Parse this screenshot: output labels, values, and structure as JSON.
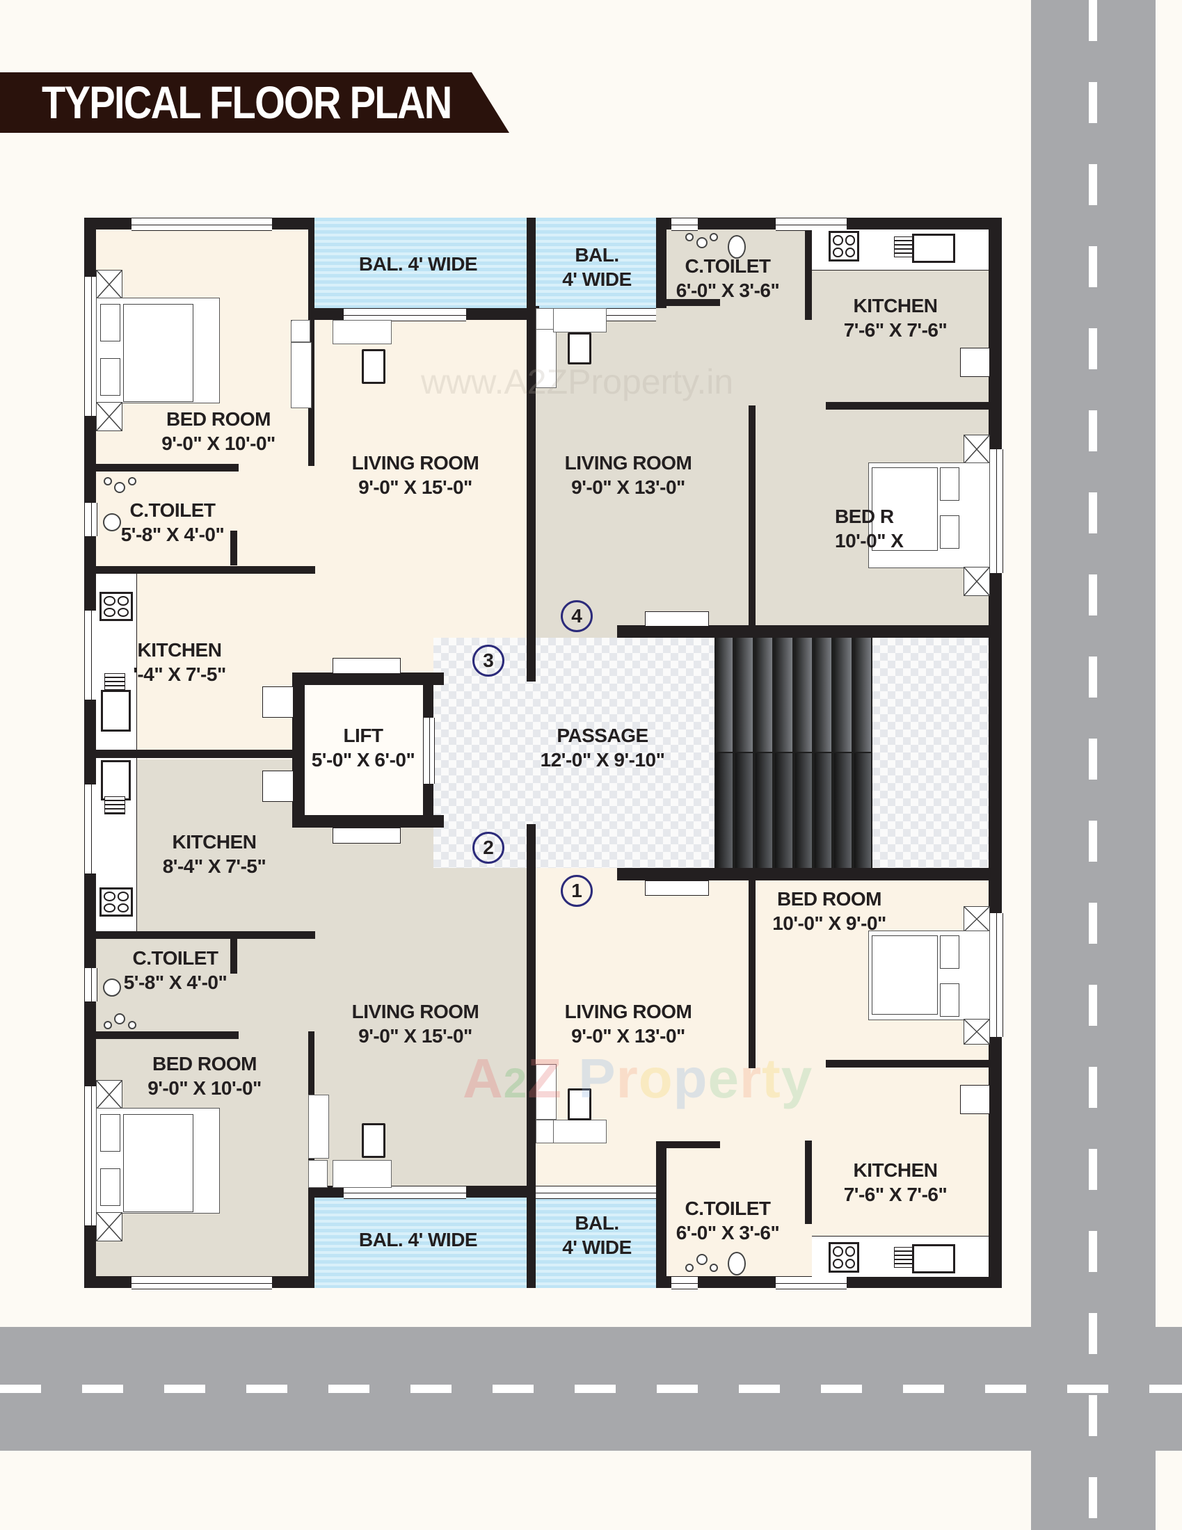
{
  "title": "TYPICAL FLOOR PLAN",
  "watermarks": {
    "url": "www.A2ZProperty.in",
    "brand": [
      "A",
      "2",
      "Z",
      " ",
      "P",
      "r",
      "o",
      "p",
      "e",
      "r",
      "t",
      "y"
    ],
    "brand_colors": [
      "#e57373",
      "#66bb6a",
      "#e57373",
      "",
      "#90b4e0",
      "#f4a582",
      "#f6d365",
      "#90b4e0",
      "#8fcf9a",
      "#f4a582",
      "#f6d365",
      "#8fcf9a"
    ]
  },
  "colors": {
    "wall": "#231f20",
    "room_cream": "#fbf3e6",
    "room_grey": "#e1ddd2",
    "balcony": "#bfe4f5",
    "road": "#a7a8ab",
    "banner": "#2a120c",
    "flat_number_ring": "#2b2a7a"
  },
  "flats": [
    {
      "number": "1",
      "position": "bottom-right"
    },
    {
      "number": "2",
      "position": "bottom-left"
    },
    {
      "number": "3",
      "position": "top-left"
    },
    {
      "number": "4",
      "position": "top-right"
    }
  ],
  "rooms": {
    "tl_bedroom": {
      "name": "BED ROOM",
      "size": "9'-0\" X 10'-0\""
    },
    "tl_toilet": {
      "name": "C.TOILET",
      "size": "5'-8\" X 4'-0\""
    },
    "tl_kitchen": {
      "name": "KITCHEN",
      "size": "'-4\" X 7'-5\""
    },
    "tl_living": {
      "name": "LIVING ROOM",
      "size": "9'-0\" X 15'-0\""
    },
    "tl_balcony": {
      "name": "BAL. 4' WIDE"
    },
    "tr_balcony": {
      "line1": "BAL.",
      "line2": "4' WIDE"
    },
    "tr_toilet": {
      "name": "C.TOILET",
      "size": "6'-0\" X 3'-6\""
    },
    "tr_kitchen": {
      "name": "KITCHEN",
      "size": "7'-6\" X 7'-6\""
    },
    "tr_living": {
      "name": "LIVING ROOM",
      "size": "9'-0\" X 13'-0\""
    },
    "tr_bedroom": {
      "name": "BED R",
      "size": "10'-0\" X"
    },
    "lift": {
      "name": "LIFT",
      "size": "5'-0\" X 6'-0\""
    },
    "passage": {
      "name": "PASSAGE",
      "size": "12'-0\" X 9'-10\""
    },
    "bl_kitchen": {
      "name": "KITCHEN",
      "size": "8'-4\" X 7'-5\""
    },
    "bl_toilet": {
      "name": "C.TOILET",
      "size": "5'-8\" X 4'-0\""
    },
    "bl_bedroom": {
      "name": "BED ROOM",
      "size": "9'-0\" X 10'-0\""
    },
    "bl_living": {
      "name": "LIVING ROOM",
      "size": "9'-0\" X 15'-0\""
    },
    "bl_balcony": {
      "name": "BAL. 4' WIDE"
    },
    "br_bedroom": {
      "name": "BED ROOM",
      "size": "10'-0\" X 9'-0\""
    },
    "br_living": {
      "name": "LIVING ROOM",
      "size": "9'-0\" X 13'-0\""
    },
    "br_kitchen": {
      "name": "KITCHEN",
      "size": "7'-6\" X 7'-6\""
    },
    "br_toilet": {
      "name": "C.TOILET",
      "size": "6'-0\" X 3'-6\""
    },
    "br_balcony": {
      "line1": "BAL.",
      "line2": "4' WIDE"
    }
  },
  "staircase": {
    "steps_per_flight": 8,
    "flights": 2
  }
}
